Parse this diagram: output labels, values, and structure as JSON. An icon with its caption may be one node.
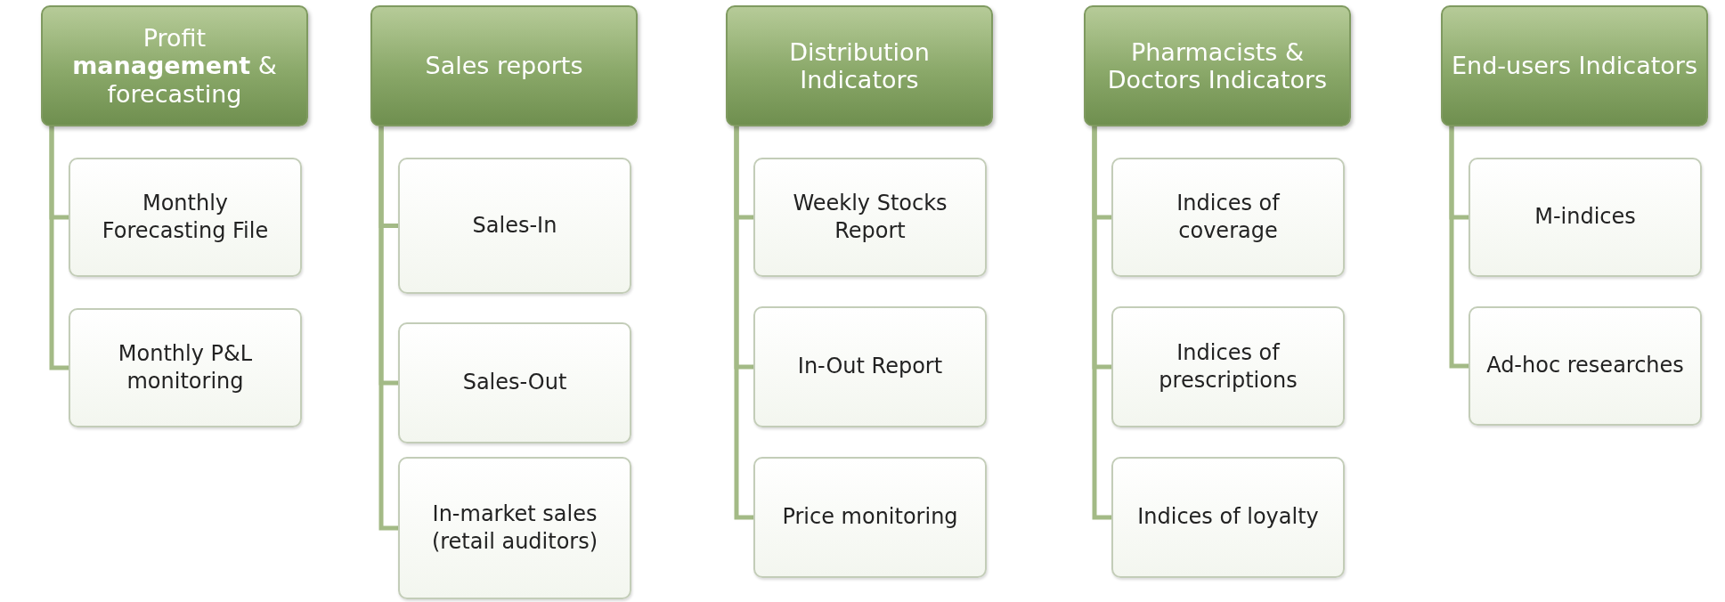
{
  "diagram": {
    "nodes": [
      {
        "text": [
          "Profit **management** & forecasting"
        ]
      },
      {
        "text": [
          "Monthly Forecasting File"
        ]
      },
      {
        "text": [
          "Monthly P&L monitoring"
        ]
      },
      {
        "text": [
          "Sales reports"
        ]
      },
      {
        "text": [
          "Sales-In"
        ]
      },
      {
        "text": [
          "Sales-Out"
        ]
      },
      {
        "text": [
          "In-market sales (retail auditors)"
        ]
      },
      {
        "text": [
          "Distribution Indicators"
        ]
      },
      {
        "text": [
          "Weekly Stocks Report"
        ]
      },
      {
        "text": [
          "In-Out Report"
        ]
      },
      {
        "text": [
          "Price monitoring"
        ]
      },
      {
        "text": [
          "Pharmacists & Doctors Indicators"
        ]
      },
      {
        "text": [
          "Indices of coverage"
        ]
      },
      {
        "text": [
          "Indices of prescriptions"
        ]
      },
      {
        "text": [
          "Indices of loyalty"
        ]
      },
      {
        "text": [
          "End-users Indicators"
        ]
      },
      {
        "text": [
          "M-indices"
        ]
      },
      {
        "text": [
          "Ad-hoc researches"
        ]
      }
    ],
    "edges": [
      {
        "from": 0,
        "to": 1,
        "arrow": "none"
      },
      {
        "from": 0,
        "to": 2,
        "arrow": "none"
      },
      {
        "from": 3,
        "to": 4,
        "arrow": "none"
      },
      {
        "from": 3,
        "to": 5,
        "arrow": "none"
      },
      {
        "from": 3,
        "to": 6,
        "arrow": "none"
      },
      {
        "from": 7,
        "to": 8,
        "arrow": "none"
      },
      {
        "from": 7,
        "to": 9,
        "arrow": "none"
      },
      {
        "from": 7,
        "to": 10,
        "arrow": "none"
      },
      {
        "from": 11,
        "to": 12,
        "arrow": "none"
      },
      {
        "from": 11,
        "to": 13,
        "arrow": "none"
      },
      {
        "from": 11,
        "to": 14,
        "arrow": "none"
      },
      {
        "from": 15,
        "to": 16,
        "arrow": "none"
      },
      {
        "from": 15,
        "to": 17,
        "arrow": "none"
      }
    ]
  }
}
